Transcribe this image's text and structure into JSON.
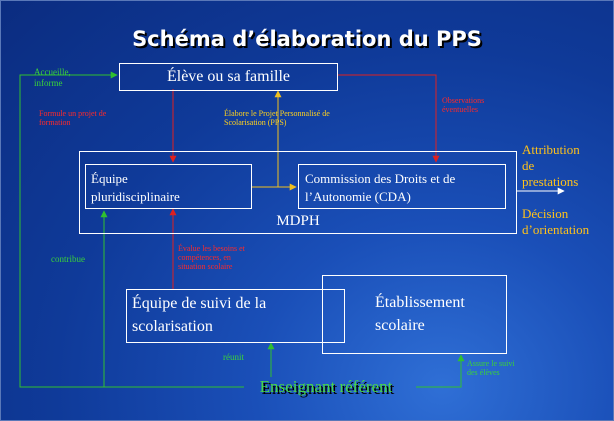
{
  "title": "Schéma d’élaboration du PPS",
  "nodes": {
    "eleve": "Élève ou sa famille",
    "equipe_pluri_l1": "Équipe",
    "equipe_pluri_l2": "pluridisciplinaire",
    "cda_l1": "Commission des Droits et de",
    "cda_l2": "l’Autonomie (CDA)",
    "mdph": "MDPH",
    "equipe_suivi_l1": "Équipe de suivi de la",
    "equipe_suivi_l2": "scolarisation",
    "etab_l1": "Établissement",
    "etab_l2": "scolaire",
    "enseignant": "Enseignant référent"
  },
  "labels": {
    "accueille_l1": "Accueille,",
    "accueille_l2": "informe",
    "formule_l1": "Formule un projet de",
    "formule_l2": "formation",
    "elabore_l1": "Élabore le Projet Personnalisé de",
    "elabore_l2": "Scolarisation (PPS)",
    "observations_l1": "Observations",
    "observations_l2": "éventuelles",
    "evalue_l1": "Évalue les besoins et",
    "evalue_l2": "compétences, en",
    "evalue_l3": "situation scolaire",
    "contribue": "contribue",
    "reunit": "réunit",
    "assure_l1": "Assure le suivi",
    "assure_l2": "des élèves"
  },
  "outputs": {
    "attribution_l1": "Attribution",
    "attribution_l2": "de",
    "attribution_l3": "prestations",
    "decision_l1": "Décision",
    "decision_l2": "d’orientation"
  },
  "colors": {
    "background": "#0f3a99",
    "red_arrow": "#e02020",
    "yellow_arrow": "#f0c020",
    "green_arrow": "#30c030",
    "box_border": "#ffffff"
  }
}
